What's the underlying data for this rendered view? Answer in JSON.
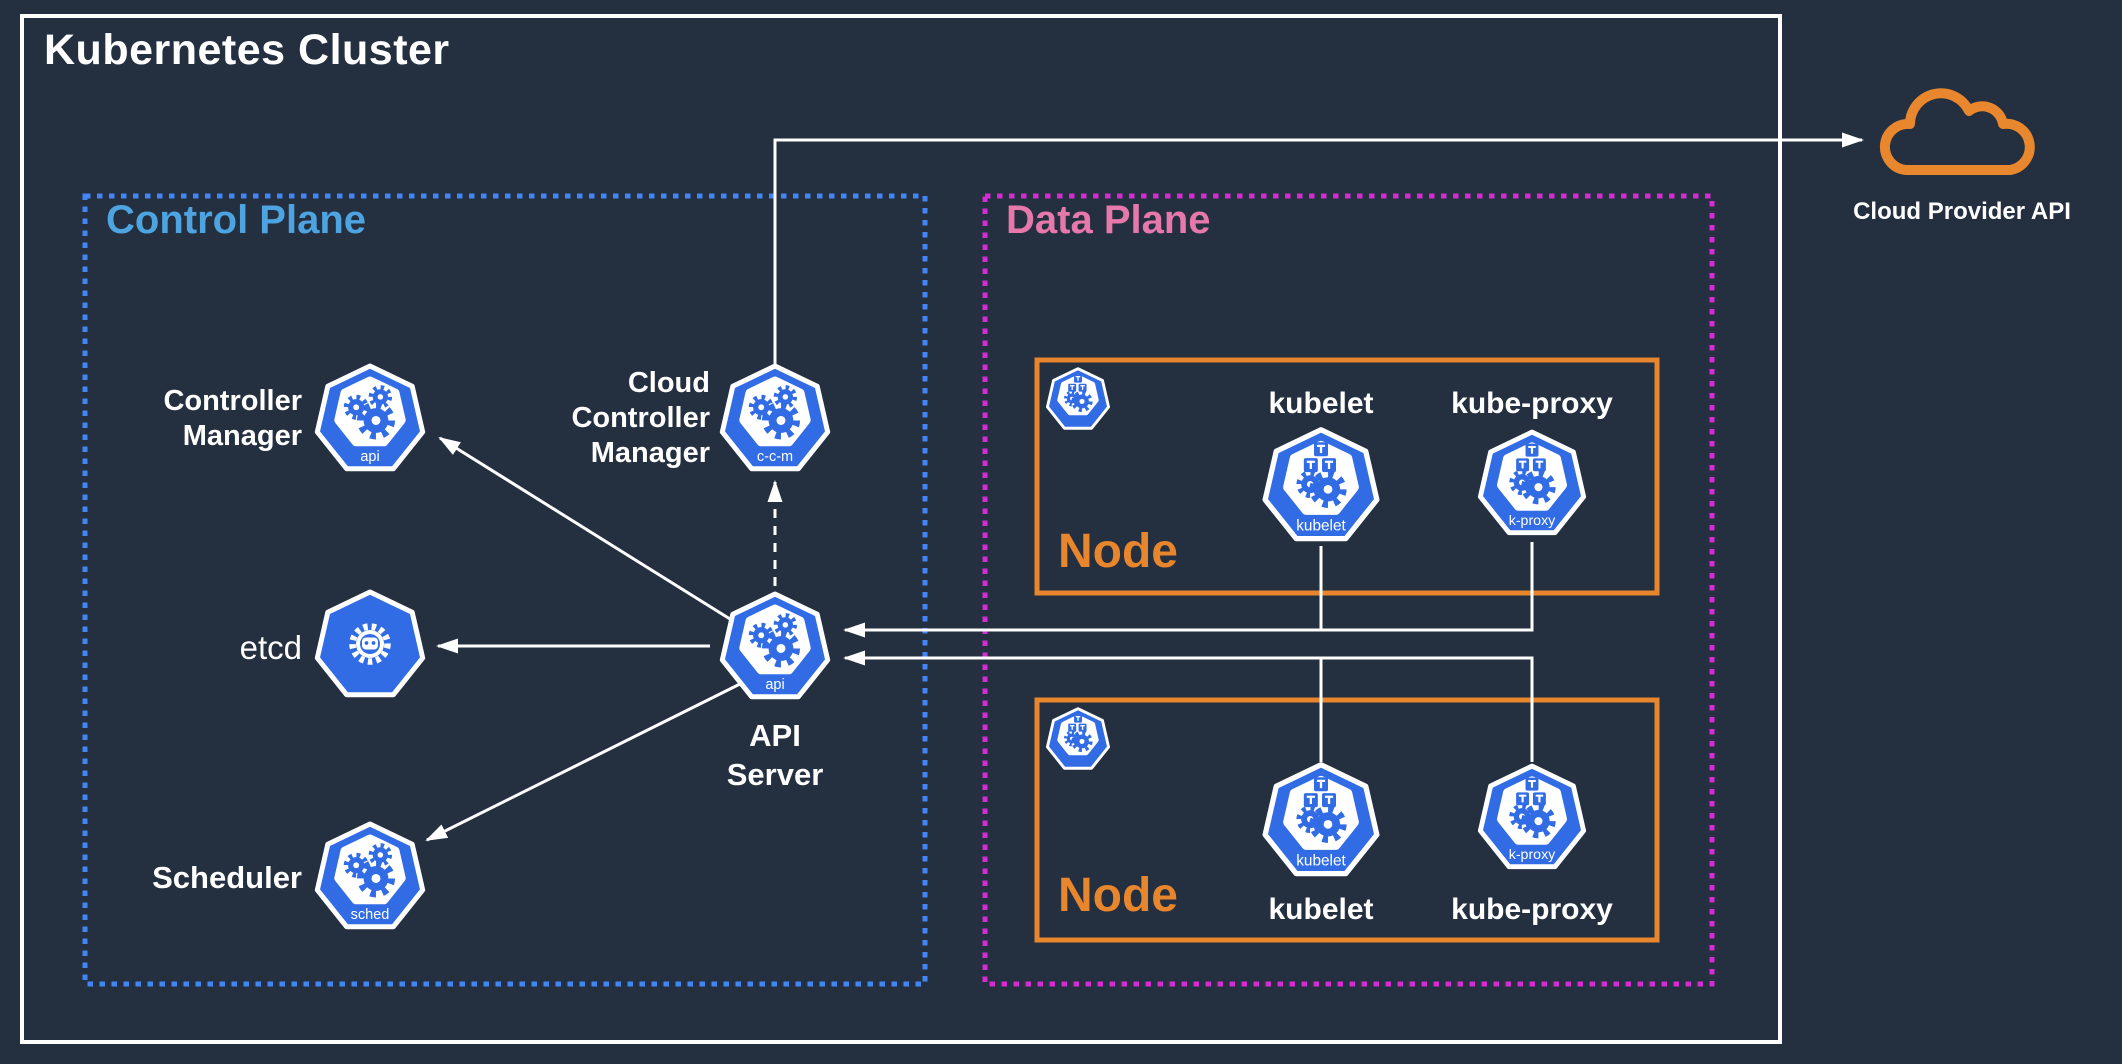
{
  "diagram_title": "Kubernetes Cluster",
  "colors": {
    "background": "#242F3F",
    "kubernetes_blue": "#326CE5",
    "control_plane_border": "#4285F4",
    "control_plane_label": "#4EA3E1",
    "data_plane_border": "#D42BD4",
    "data_plane_label": "#E678AC",
    "node_orange": "#E8862D",
    "cloud_orange": "#E8872E",
    "line_white": "#FFFFFF"
  },
  "control_plane": {
    "label": "Control Plane",
    "controller_manager": {
      "name": "Controller\nManager",
      "icon_label": "api"
    },
    "cloud_controller_manager": {
      "name": "Cloud\nController\nManager",
      "icon_label": "c-c-m"
    },
    "etcd": {
      "name": "etcd"
    },
    "api_server": {
      "name": "API\nServer",
      "icon_label": "api"
    },
    "scheduler": {
      "name": "Scheduler",
      "icon_label": "sched"
    }
  },
  "data_plane": {
    "label": "Data Plane",
    "nodes": [
      {
        "label": "Node",
        "kubelet": {
          "name": "kubelet",
          "icon_label": "kubelet"
        },
        "kube_proxy": {
          "name": "kube-proxy",
          "icon_label": "k-proxy"
        }
      },
      {
        "label": "Node",
        "kubelet": {
          "name": "kubelet",
          "icon_label": "kubelet"
        },
        "kube_proxy": {
          "name": "kube-proxy",
          "icon_label": "k-proxy"
        }
      }
    ]
  },
  "external": {
    "cloud_provider_api": {
      "name": "Cloud Provider API"
    }
  },
  "icons": {
    "kubernetes_component": "blue heptagon with gears glyph",
    "kubernetes_node_component": "blue heptagon with container cubes and gears",
    "etcd_component": "blue heptagon with etcd gear-face logo",
    "cloud_provider": "orange cloud outline"
  }
}
